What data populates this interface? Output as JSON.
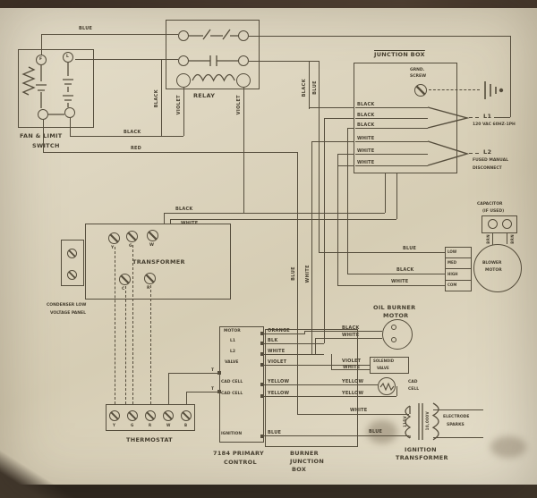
{
  "photo": {
    "paper_color": "#d9d1ba",
    "ink_color": "#564e3d",
    "top_border_color": "#3b2e25",
    "bottom_border_color": "#2c251e"
  },
  "fan_limit": {
    "line1": "FAN & LIMIT",
    "line2": "SWITCH",
    "t_f": "F",
    "t_l": "L"
  },
  "relay": {
    "label": "RELAY"
  },
  "junction_box": {
    "title": "JUNCTION BOX",
    "grnd1": "GRND.",
    "grnd2": "SCREW",
    "blacks": [
      "BLACK",
      "BLACK",
      "BLACK"
    ],
    "whites": [
      "WHITE",
      "WHITE",
      "WHITE"
    ],
    "l1": "L1",
    "l1_desc": "120 VAC 60HZ-1PH",
    "l2": "L2",
    "l2_desc1": "FUSED MANUAL",
    "l2_desc2": "DISCONNECT"
  },
  "transformer": {
    "label": "TRANSFORMER",
    "terms": [
      "Y",
      "G",
      "W",
      "C",
      "R"
    ]
  },
  "condenser": {
    "line1": "CONDENSER LOW",
    "line2": "VOLTAGE PANEL"
  },
  "capacitor": {
    "line1": "CAPACITOR",
    "line2": "(IF USED)",
    "brn1": "BRN",
    "brn2": "BRN"
  },
  "blower": {
    "line1": "BLOWER",
    "line2": "MOTOR",
    "taps": [
      "LOW",
      "MED",
      "HIGH",
      "COM"
    ]
  },
  "oil_motor": {
    "line1": "OIL BURNER",
    "line2": "MOTOR"
  },
  "solenoid": {
    "line1": "SOLENOID",
    "line2": "VALVE"
  },
  "cad_cell": {
    "line1": "CAD",
    "line2": "CELL"
  },
  "ign_transformer": {
    "line1": "IGNITION",
    "line2": "TRANSFORMER",
    "primary_v": "115V",
    "secondary_v": "10,000V",
    "out1": "ELECTRODE",
    "out2": "SPARKS"
  },
  "primary_control": {
    "line1": "7184 PRIMARY",
    "line2": "CONTROL",
    "terms": [
      "MOTOR",
      "L1",
      "L2",
      "VALVE",
      "CAD CELL",
      "CAD CELL",
      "IGNITION"
    ],
    "t1": "T",
    "t2": "T"
  },
  "burner_box": {
    "line1": "BURNER",
    "line2": "JUNCTION",
    "line3": "BOX"
  },
  "thermostat": {
    "label": "THERMOSTAT",
    "terms": [
      "Y",
      "G",
      "R",
      "W",
      "B"
    ]
  },
  "wires": {
    "blue_top": "BLUE",
    "fl_black": "BLACK",
    "fl_red": "RED",
    "relay_l_black": "BLACK",
    "relay_l_violet": "VIOLET",
    "relay_r_violet": "VIOLET",
    "relay_r_black": "BLACK",
    "relay_r_blue": "BLUE",
    "tx_black": "BLACK",
    "tx_white": "WHITE",
    "mid_blue": "BLUE",
    "mid_white": "WHITE",
    "blower_blue": "BLUE",
    "blower_black": "BLACK",
    "blower_white": "WHITE",
    "om_black": "BLACK",
    "om_white": "WHITE",
    "sol_violet": "VIOLET",
    "sol_white": "WHITE",
    "cad_yellow1": "YELLOW",
    "cad_yellow2": "YELLOW",
    "ign_white": "WHITE",
    "ign_blue": "BLUE",
    "pc_orange": "ORANGE",
    "pc_blk": "BLK",
    "pc_white": "WHITE",
    "pc_violet": "VIOLET",
    "pc_yellow1": "YELLOW",
    "pc_yellow2": "YELLOW",
    "pc_blue": "BLUE"
  }
}
